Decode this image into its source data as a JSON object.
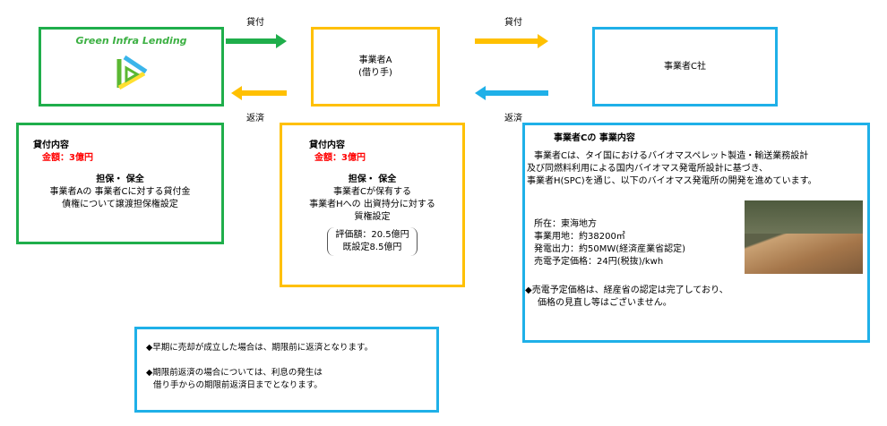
{
  "lender": {
    "name": "Green Infra Lending",
    "logo": "triangle-play-logo"
  },
  "borrower": {
    "line1": "事業者A",
    "line2": "(借り手)"
  },
  "company_c": {
    "name": "事業者C社"
  },
  "arrows": {
    "lend1": "貸付",
    "repay1": "返済",
    "lend2": "貸付",
    "repay2": "返済"
  },
  "loan1": {
    "title": "貸付内容",
    "amount": "金額：3億円",
    "security_title": "担保・ 保全",
    "security_lines": [
      "事業者Aの 事業者Cに対する貸付金",
      "債権について譲渡担保権設定"
    ]
  },
  "loan2": {
    "title": "貸付内容",
    "amount": "金額：3億円",
    "security_title": "担保・ 保全",
    "security_lines": [
      "事業者Cが保有する",
      "事業者Hへの 出資持分に対する",
      "質権設定"
    ],
    "valuation": "評価額：20.5億円",
    "existing": "既設定8.5億円"
  },
  "business": {
    "title": "事業者Cの 事業内容",
    "description": [
      "事業者Cは、タイ国におけるバイオマスペレット製造・輸送業務設計",
      "及び同燃料利用による国内バイオマス発電所設計に基づき、",
      "事業者H(SPC)を通じ、以下のバイオマス発電所の開発を進めています。"
    ],
    "details": [
      "所在：東海地方",
      "事業用地：約38200㎡",
      "発電出力：約50MW(経済産業省認定)",
      "売電予定価格：24円(税抜)/kwh"
    ],
    "note": [
      "◆売電予定価格は、経産省の認定は完了しており、",
      "価格の見直し等はございません。"
    ]
  },
  "notes": [
    "◆早期に売却が成立した場合は、期限前に返済となります。",
    "◆期限前返済の場合については、利息の発生は",
    "借り手からの期限前返済日までとなります。"
  ],
  "colors": {
    "green": "#1fae4b",
    "yellow": "#ffc000",
    "blue": "#1fb0e8",
    "red": "#ff0000"
  }
}
